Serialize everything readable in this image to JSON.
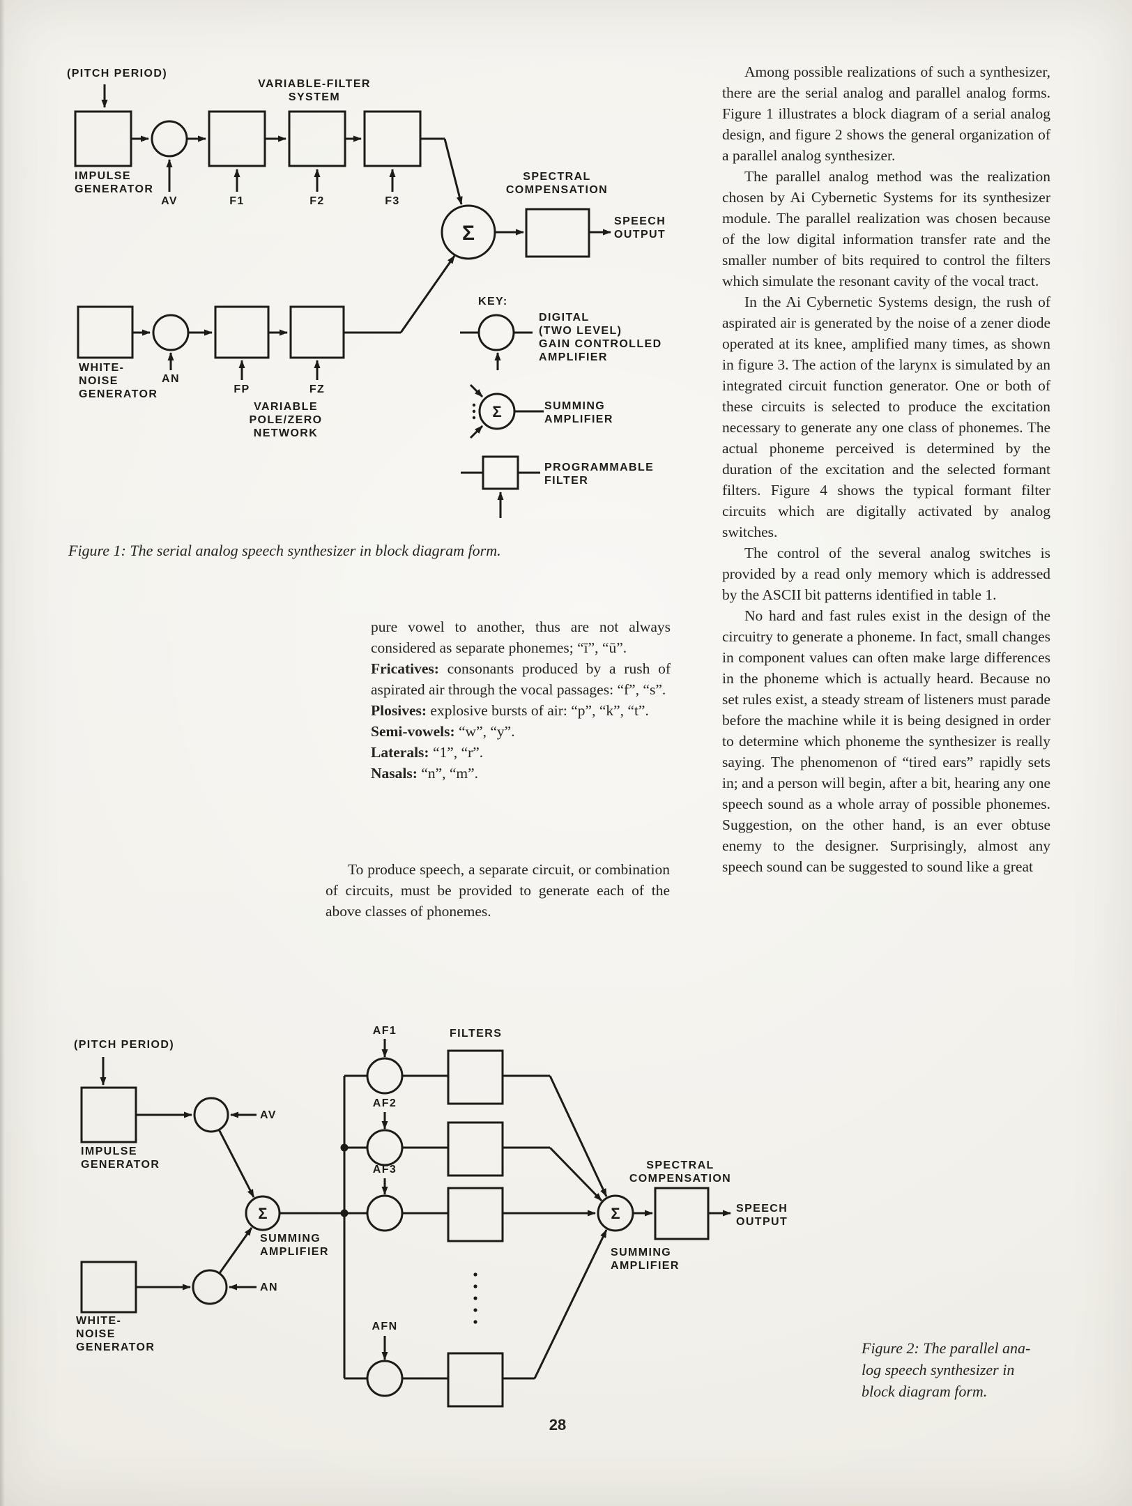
{
  "page": {
    "number": "28"
  },
  "figure1": {
    "caption": "Figure 1: The serial analog speech synthesizer in block diagram form.",
    "labels": {
      "pitch_period": "(PITCH PERIOD)",
      "variable_filter_system": "VARIABLE-FILTER\nSYSTEM",
      "impulse_generator": "IMPULSE\nGENERATOR",
      "av": "AV",
      "f1": "F1",
      "f2": "F2",
      "f3": "F3",
      "sigma": "Σ",
      "spectral_compensation": "SPECTRAL\nCOMPENSATION",
      "speech_output": "SPEECH\nOUTPUT",
      "white_noise_generator": "WHITE-\nNOISE\nGENERATOR",
      "an": "AN",
      "fp": "FP",
      "fz": "FZ",
      "variable_pole_zero_network": "VARIABLE\nPOLE/ZERO\nNETWORK",
      "key_title": "KEY:",
      "key_gain_amplifier": "DIGITAL\n(TWO LEVEL)\nGAIN CONTROLLED\nAMPLIFIER",
      "key_summing_amplifier": "SUMMING\nAMPLIFIER",
      "key_programmable_filter": "PROGRAMMABLE\nFILTER"
    }
  },
  "figure2": {
    "caption": "Figure 2: The parallel ana-\nlog speech synthesizer in\nblock diagram form.",
    "labels": {
      "pitch_period": "(PITCH PERIOD)",
      "impulse_generator": "IMPULSE\nGENERATOR",
      "white_noise_generator": "WHITE-\nNOISE\nGENERATOR",
      "av": "AV",
      "an": "AN",
      "sigma": "Σ",
      "summing_amplifier_1": "SUMMING\nAMPLIFIER",
      "summing_amplifier_2": "SUMMING\nAMPLIFIER",
      "af1": "AF1",
      "af2": "AF2",
      "af3": "AF3",
      "afn": "AFN",
      "filters": "FILTERS",
      "spectral_compensation": "SPECTRAL\nCOMPENSATION",
      "speech_output": "SPEECH\nOUTPUT"
    }
  },
  "middle_column": {
    "intro": "pure vowel to another, thus are not always considered as separate phonemes; “ī”, “ū”.",
    "classes": [
      {
        "label": "Fricatives:",
        "text": " consonants produced by a rush of aspirated air through the vocal passages: “f”, “s”."
      },
      {
        "label": "Plosives:",
        "text": " explosive bursts of air: “p”, “k”, “t”."
      },
      {
        "label": "Semi-vowels:",
        "text": " “w”, “y”."
      },
      {
        "label": "Laterals:",
        "text": " “1”, “r”."
      },
      {
        "label": "Nasals:",
        "text": " “n”, “m”."
      }
    ],
    "paragraph": "To produce speech, a separate circuit, or combination of circuits, must be provided to generate each of the above classes of phonemes."
  },
  "right_column": {
    "paragraphs": [
      "Among possible realizations of such a synthesizer, there are the serial analog and parallel analog forms. Figure 1 illustrates a block diagram of a serial analog design, and figure 2 shows the general organization of a parallel analog synthesizer.",
      "The parallel analog method was the realization chosen by Ai Cybernetic Systems for its synthesizer module. The parallel realization was chosen because of the low digital information transfer rate and the smaller number of bits required to control the filters which simulate the resonant cavity of the vocal tract.",
      "In the Ai Cybernetic Systems design, the rush of aspirated air is generated by the noise of a zener diode operated at its knee, amplified many times, as shown in figure 3. The action of the larynx is simulated by an integrated circuit function generator. One or both of these circuits is selected to produce the excitation necessary to generate any one class of phonemes. The actual phoneme perceived is determined by the duration of the excitation and the selected formant filters. Figure 4 shows the typical formant filter circuits which are digitally activated by analog switches.",
      "The control of the several analog switches is provided by a read only memory which is addressed by the ASCII bit patterns identified in table 1.",
      "No hard and fast rules exist in the design of the circuitry to generate a phoneme. In fact, small changes in component values can often make large differences in the phoneme which is actually heard. Because no set rules exist, a steady stream of listeners must parade before the machine while it is being designed in order to determine which phoneme the synthesizer is really saying. The phenomenon of “tired ears” rapidly sets in; and a person will begin, after a bit, hearing any one speech sound as a whole array of possible phonemes. Suggestion, on the other hand, is an ever obtuse enemy to the designer. Surprisingly, almost any speech sound can be suggested to sound like a great"
    ]
  }
}
